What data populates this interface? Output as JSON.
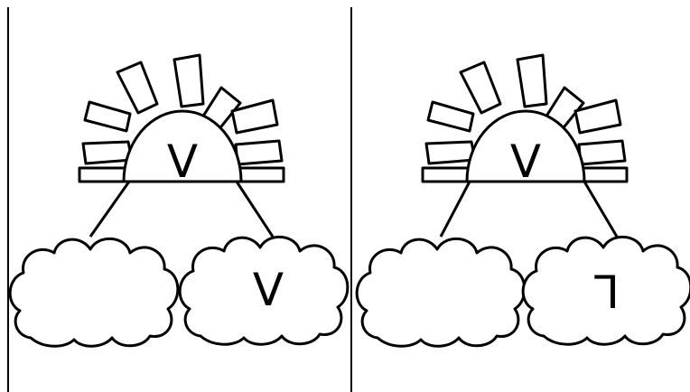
{
  "colors": {
    "ink": "#000000",
    "paper": "#ffffff"
  },
  "panels": [
    {
      "sun": {
        "icon": "sun-icon",
        "label": "V"
      },
      "clouds": [
        {
          "icon": "cloud-icon",
          "label": ""
        },
        {
          "icon": "cloud-icon",
          "label": "V"
        }
      ]
    },
    {
      "sun": {
        "icon": "sun-icon",
        "label": "V"
      },
      "clouds": [
        {
          "icon": "cloud-icon",
          "label": ""
        },
        {
          "icon": "cloud-icon",
          "label": "L",
          "rotated_180": true
        }
      ]
    }
  ]
}
